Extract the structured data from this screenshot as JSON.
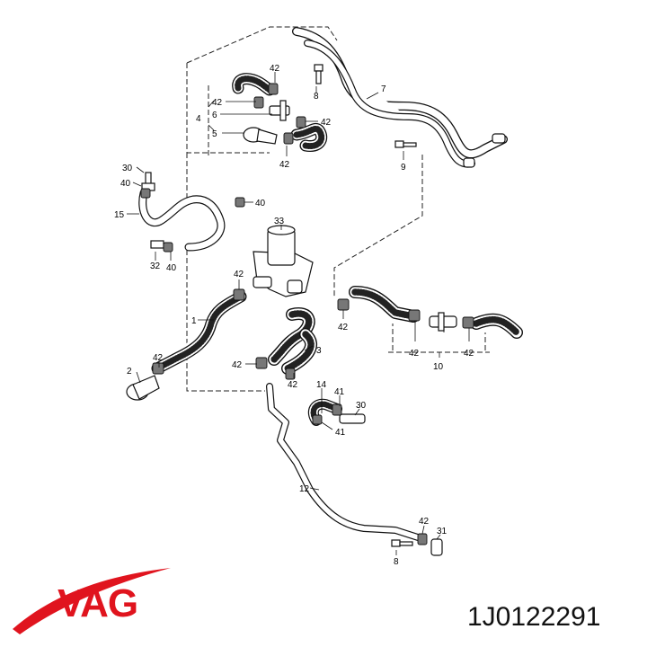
{
  "diagram": {
    "callouts": [
      {
        "id": "c42a",
        "text": "42"
      },
      {
        "id": "c8a",
        "text": "8"
      },
      {
        "id": "c7",
        "text": "7"
      },
      {
        "id": "c42b",
        "text": "42"
      },
      {
        "id": "c6",
        "text": "6"
      },
      {
        "id": "c4",
        "text": "4"
      },
      {
        "id": "c42c",
        "text": "42"
      },
      {
        "id": "c5",
        "text": "5"
      },
      {
        "id": "c42d",
        "text": "42"
      },
      {
        "id": "c9",
        "text": "9"
      },
      {
        "id": "c30a",
        "text": "30"
      },
      {
        "id": "c40a",
        "text": "40"
      },
      {
        "id": "c40b",
        "text": "40"
      },
      {
        "id": "c15",
        "text": "15"
      },
      {
        "id": "c33",
        "text": "33"
      },
      {
        "id": "c32",
        "text": "32"
      },
      {
        "id": "c40c",
        "text": "40"
      },
      {
        "id": "c42e",
        "text": "42"
      },
      {
        "id": "c1",
        "text": "1"
      },
      {
        "id": "c42f",
        "text": "42"
      },
      {
        "id": "c3",
        "text": "3"
      },
      {
        "id": "c42g",
        "text": "42"
      },
      {
        "id": "c42h",
        "text": "42"
      },
      {
        "id": "c2",
        "text": "2"
      },
      {
        "id": "c42i",
        "text": "42"
      },
      {
        "id": "c42j",
        "text": "42"
      },
      {
        "id": "c42k",
        "text": "42"
      },
      {
        "id": "c10",
        "text": "10"
      },
      {
        "id": "c14",
        "text": "14"
      },
      {
        "id": "c41a",
        "text": "41"
      },
      {
        "id": "c30b",
        "text": "30"
      },
      {
        "id": "c41b",
        "text": "41"
      },
      {
        "id": "c12",
        "text": "12"
      },
      {
        "id": "c42l",
        "text": "42"
      },
      {
        "id": "c31",
        "text": "31"
      },
      {
        "id": "c8b",
        "text": "8"
      }
    ]
  },
  "brand": {
    "logo": "VAG",
    "color": "#e0141e"
  },
  "part_number": "1J0122291"
}
